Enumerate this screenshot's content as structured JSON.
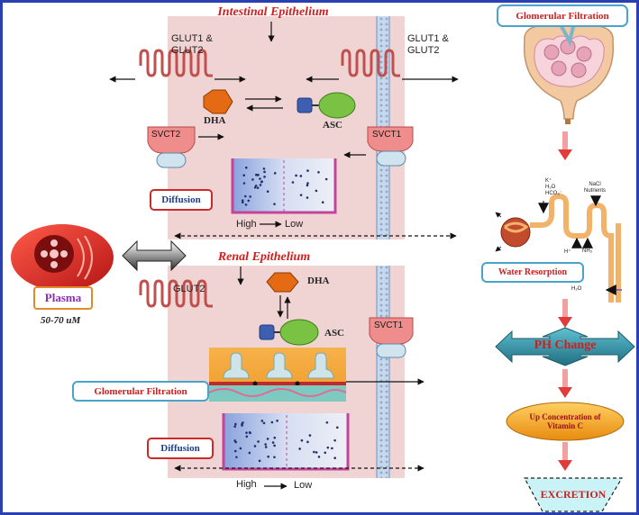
{
  "top_section": {
    "title": "Intestinal Epithelium",
    "glut_left": [
      "GLUT1 &",
      "GLUT2"
    ],
    "glut_right": [
      "GLUT1 &",
      "GLUT2"
    ],
    "dha": "DHA",
    "asc": "ASC",
    "svct_left": "SVCT2",
    "svct_right": "SVCT1",
    "diffusion": "Diffusion",
    "gradient_high": "High",
    "gradient_low": "Low"
  },
  "plasma": {
    "label": "Plasma",
    "concentration": "50-70 uM"
  },
  "bottom_section": {
    "title": "Renal  Epithelium",
    "glut": "GLUT2",
    "dha": "DHA",
    "asc": "ASC",
    "svct": "SVCT1",
    "glomerular_filtration": "Glomerular Filtration",
    "diffusion": "Diffusion",
    "gradient_high": "High",
    "gradient_low": "Low"
  },
  "right_panel": {
    "glomerular_filtration": "Glomerular Filtration",
    "kidney_labels": {
      "k": "K⁺",
      "h2o_top": "H₂O",
      "hco3": "HCO₃⁻",
      "nacl": "NaCl",
      "nutrients": "Nutrients",
      "h_plus": "H⁺",
      "nh3": "NH₃",
      "h2o_bottom": "H₂O"
    },
    "water_resorption": "Water Resorption",
    "ph_change": "PH Change",
    "up_concentration": "Up Concentration of Vitamin C",
    "excretion": "EXCRETION"
  },
  "colors": {
    "frame_border": "#2a3fb0",
    "panel_bg": "#f0d4d4",
    "title_red": "#d11f1f",
    "membrane_blue": "#b9cfe6",
    "dha_orange": "#e56a14",
    "asc_green": "#7ac243",
    "asc_blue": "#3e5fb0",
    "svct_pink": "#ef8c8c",
    "svct_cup": "#cfe4ef",
    "arrow_red": "#e04545",
    "ph_teal": "#2f8fa0",
    "up_conc_orange": "#f0a020",
    "excretion_fill": "#c9f3f6"
  }
}
